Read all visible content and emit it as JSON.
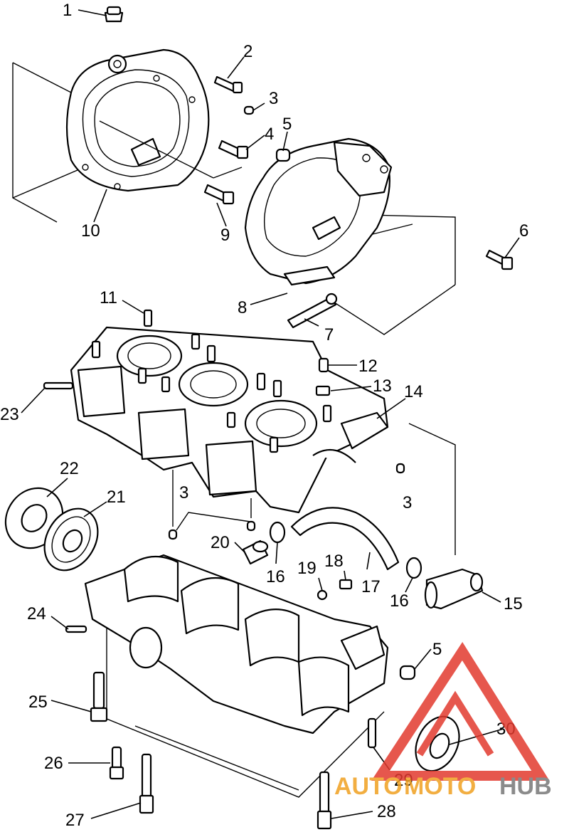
{
  "callouts": [
    "1",
    "2",
    "3",
    "4",
    "5",
    "6",
    "7",
    "8",
    "9",
    "10",
    "11",
    "12",
    "13",
    "14",
    "15",
    "16",
    "17",
    "18",
    "19",
    "20",
    "21",
    "22",
    "23",
    "24",
    "25",
    "26",
    "27",
    "28",
    "29",
    "30"
  ],
  "extra_callouts": {
    "part3_b": "3",
    "part3_c": "3",
    "part5_b": "5",
    "part16_b": "16"
  },
  "watermark": {
    "text_a": "AUTO",
    "text_b": "MOTO",
    "text_c": "HUB",
    "color_red": "#e23a2e",
    "color_orange": "#f0a020",
    "color_gray": "#777777"
  }
}
